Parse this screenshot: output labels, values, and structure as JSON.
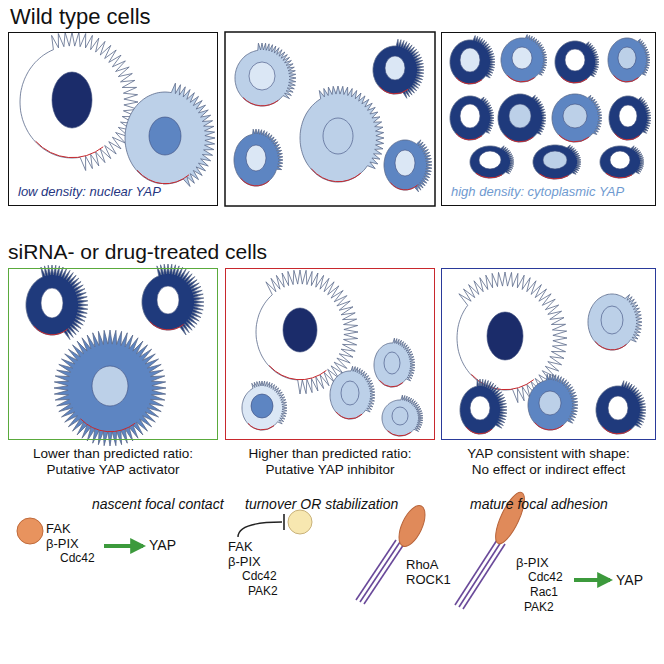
{
  "diagram": {
    "title": "Wild type cells",
    "nodes": [
      {
        "text": [
          "low density: nuclear YAP"
        ]
      },
      {
        "text": [
          "high density: cytoplasmic YAP"
        ]
      },
      {
        "text": [
          "Lower than predicted ratio:",
          "Putative YAP activator"
        ]
      },
      {
        "text": [
          "Higher than predicted ratio:",
          "Putative YAP inhibitor"
        ]
      },
      {
        "text": [
          "YAP consistent with shape:",
          "No effect or indirect effect"
        ]
      }
    ],
    "labels": [
      "siRNA- or drug-treated cells",
      "nascent focal contact",
      "turnover OR stabilization",
      "mature focal adhesion",
      "FAK",
      "β-PIX",
      "Cdc42",
      "YAP",
      "FAK",
      "β-PIX",
      "Cdc42",
      "PAK2",
      "RhoA",
      "ROCK1",
      "β-PIX",
      "Cdc42",
      "Rac1",
      "PAK2",
      "YAP"
    ]
  }
}
